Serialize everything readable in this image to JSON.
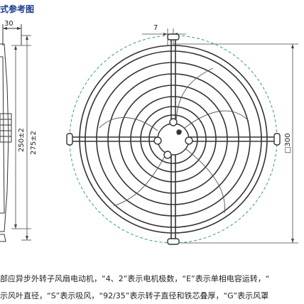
{
  "heading": "式参考图",
  "dimensions": {
    "side_width": "30",
    "hub_offset": "7",
    "height_inner": "250±2",
    "height_outer": "275±2",
    "guard_square": "□300"
  },
  "caption": {
    "line1": "部应异步外转子风扇电动机，“4、2”表示电机极数，“E”表示单相电容运转，“",
    "line2": "示风叶直径，“S”表示吸风，“92/35”表示转子直径和铁芯叠厚，“G”表示风罩"
  },
  "colors": {
    "heading": "#1a3a8a",
    "line": "#333333",
    "dim_line": "#444444",
    "blade_dashed": "#3a9a9a"
  }
}
